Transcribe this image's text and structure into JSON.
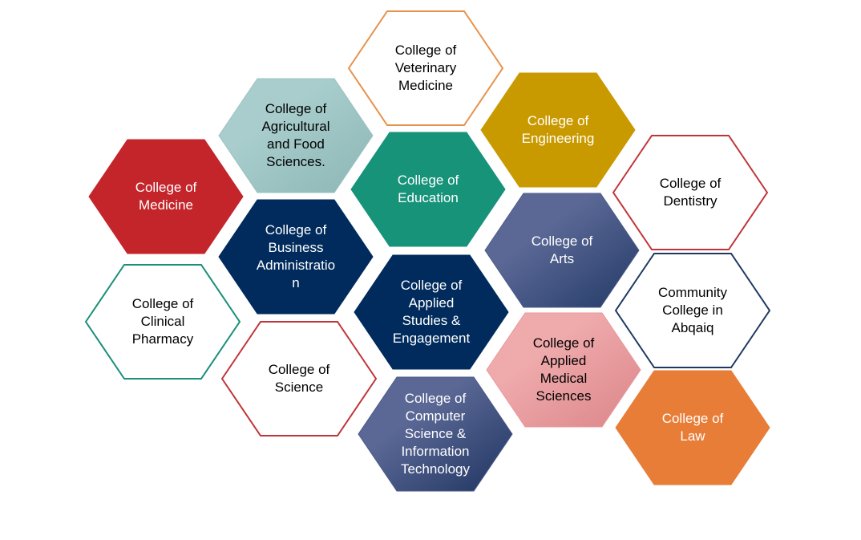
{
  "hexagons": [
    {
      "id": "veterinary",
      "label": "College of\nVeterinary\nMedicine",
      "fill": "#ffffff",
      "stroke": "#e8914a",
      "text": "#000000"
    },
    {
      "id": "agriculture",
      "label": "College of\nAgricultural\nand Food\nSciences.",
      "fill": "#9bc3c3",
      "stroke": "#9bc3c3",
      "text": "#000000",
      "gradient": [
        "#a8cdcc",
        "#8cb6b5"
      ]
    },
    {
      "id": "engineering",
      "label": "College of\nEngineering",
      "fill": "#c99a00",
      "stroke": "#c99a00",
      "text": "#ffffff"
    },
    {
      "id": "dentistry",
      "label": "College of\nDentistry",
      "fill": "#ffffff",
      "stroke": "#c0353a",
      "text": "#000000"
    },
    {
      "id": "medicine",
      "label": "College of\nMedicine",
      "fill": "#c4252a",
      "stroke": "#c4252a",
      "text": "#ffffff"
    },
    {
      "id": "education",
      "label": "College of\nEducation",
      "fill": "#17937a",
      "stroke": "#17937a",
      "text": "#ffffff"
    },
    {
      "id": "business",
      "label": "College of\nBusiness\nAdministratio\nn",
      "fill": "#002b5c",
      "stroke": "#002b5c",
      "text": "#ffffff"
    },
    {
      "id": "arts",
      "label": "College of\nArts",
      "fill": "#4d5b8a",
      "stroke": "#4d5b8a",
      "text": "#ffffff",
      "gradient": [
        "#5b6896",
        "#233a66"
      ]
    },
    {
      "id": "community",
      "label": "Community\nCollege in\nAbqaiq",
      "fill": "#ffffff",
      "stroke": "#1f3a60",
      "text": "#000000"
    },
    {
      "id": "applied-studies",
      "label": "College of\nApplied\nStudies &\nEngagement",
      "fill": "#002b5c",
      "stroke": "#002b5c",
      "text": "#ffffff"
    },
    {
      "id": "clinical-pharmacy",
      "label": "College of\nClinical\nPharmacy",
      "fill": "#ffffff",
      "stroke": "#1b8f7a",
      "text": "#000000"
    },
    {
      "id": "science",
      "label": "College of\nScience",
      "fill": "#ffffff",
      "stroke": "#c0353a",
      "text": "#000000"
    },
    {
      "id": "applied-medical",
      "label": "College of\nApplied\nMedical\nSciences",
      "fill": "#e8999b",
      "stroke": "#e8999b",
      "text": "#000000",
      "gradient": [
        "#efaaac",
        "#db8588"
      ]
    },
    {
      "id": "computer-science",
      "label": "College of\nComputer\nScience &\nInformation\nTechnology",
      "fill": "#4d5b8a",
      "stroke": "#4d5b8a",
      "text": "#ffffff",
      "gradient": [
        "#5b6896",
        "#1f3460"
      ]
    },
    {
      "id": "law",
      "label": "College of\nLaw",
      "fill": "#e87d38",
      "stroke": "#e87d38",
      "text": "#ffffff"
    }
  ]
}
